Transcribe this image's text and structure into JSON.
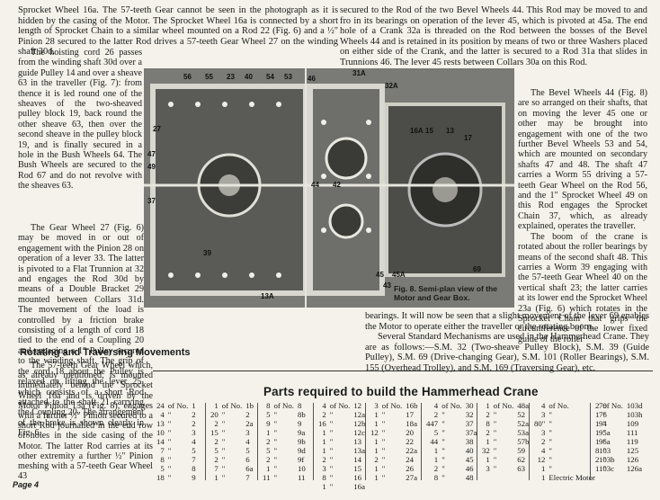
{
  "page": {
    "top_left": "Sprocket Wheel 16a. The 57-teeth Gear cannot be seen in the photograph as it is hidden by the casing of the Motor. The Sprocket Wheel 16a is connected by a short length of Sprocket Chain to a similar wheel mounted on a Rod 22 (Fig. 6) and a ½\" Pinion 28 secured to the latter Rod drives a 57-teeth Gear Wheel 27 on the winding shaft 30d.",
    "left_col": "The hoisting cord 26 passes from the winding shaft 30d over a guide Pulley 14 and over a sheave 63 in the traveller (Fig. 7): from thence it is led round one of the sheaves of the two-sheaved pulley block 19, back round the other sheave 63, then over the second sheave in the pulley block 19, and is finally secured in a hole in the Bush Wheels 64. The Bush Wheels are secured to the Rod 67 and do not revolve with the sheaves 63.",
    "left_col2": "The Gear Wheel 27 (Fig. 6) may be moved in or out of engagement with the Pinion 28 on operation of a lever 33. The latter is pivoted to a Flat Trunnion at 32 and engages the Rod 30d by means of a Double Bracket 29 mounted between Collars 31d. The movement of the load is controlled by a friction brake consisting of a length of cord 18 tied to the end of a Coupling 20 and engaging a 1\" Pulley secured to the winding shaft. The grip of the cord 18 about the Pulley is relaxed on lifting the lever 25, which consists of a short Rod attached to the shaft 21 carrying the Coupling 20. The arrangement of the brake is shown clearly in Fig. 6.",
    "rot_heading": "Rotating and Traversing Movements",
    "rot_text": "The 57-teeth Gear Wheel which, as already mentioned, is mounted immediately behind the Sprocket Wheel 16a and is driven by the Motor Pinion 15a (Fig. 8), engages with a further ½\" Pinion secured to a short Rod journalled in the end row of holes in the side casing of the Motor. The latter Rod carries at its other extremity a further ½\" Pinion meshing with a 57-teeth Gear Wheel 43",
    "top_right": "secured to the Rod of the two Bevel Wheels 44. This Rod may be moved to and fro in its bearings on operation of the lever 45, which is pivoted at 45a. The end hole of a Crank 32a is threaded on the Rod between the bosses of the Bevel Wheels 44 and is retained in its position by means of two or three Washers placed on either side of the Crank, and the latter is secured to a Rod 31a that slides in Trunnions 46. The lever 45 rests between Collars 30a on this Rod.",
    "right_col": "The Bevel Wheels 44 (Fig. 8) are so arranged on their shafts, that on moving the lever 45 one or other may be brought into engagement with one of the two further Bevel Wheels 53 and 54, which are mounted on secondary shafts 47 and 48. The shaft 47 carries a Worm 55 driving a 57-teeth Gear Wheel on the Rod 56, and the 1\" Sprocket Wheel 49 on this Rod engages the Sprocket Chain 37, which, as already explained, operates the traveller.",
    "right_col2": "The boom of the crane is rotated about the roller bearings by means of the second shaft 48. This carries a Worm 39 engaging with the 57-teeth Gear Wheel 40 on the vertical shaft 23; the latter carries at its lower end the Sprocket Wheel 23a (Fig. 6) which rotates in the Sprocket Chain that grips the circumference of the lower fixed guide of the roller",
    "bottom_right": "bearings. It will now be seen that a slight movement of the lever 69 enables the Motor to operate either the traveller or the rotating boom.",
    "bottom_right2": "Several Standard Mechanisms are used in the Hammerhead Crane. They are as follows:—S.M. 32 (Two-sheave Pulley Block), S.M. 39 (Guide Pulley), S.M. 69 (Drive-changing Gear), S.M. 101 (Roller Bearings), S.M. 155 (Overhead Trolley), and S.M. 169 (Traversing Gear), etc.",
    "caption": "Fig. 8. Semi-plan view of the Motor and Gear Box.",
    "parts_title": "Parts required to build the Hammerhead Crane",
    "footer": "Page 4"
  },
  "figure_labels": [
    "56",
    "55",
    "23",
    "40",
    "54",
    "53",
    "46",
    "31A",
    "32A",
    "16A",
    "15",
    "13",
    "17",
    "47",
    "49",
    "37",
    "39",
    "44",
    "42",
    "45",
    "45A",
    "43",
    "13A",
    "69",
    "27"
  ],
  "parts": [
    [
      [
        "24",
        "of No.",
        "1"
      ],
      [
        "4",
        "\"",
        "2"
      ],
      [
        "13",
        "\"",
        "2"
      ],
      [
        "10",
        "\"",
        "3"
      ],
      [
        "14",
        "\"",
        "4"
      ],
      [
        "7",
        "\"",
        "5"
      ],
      [
        "8",
        "\"",
        "7"
      ],
      [
        "5",
        "\"",
        "8"
      ],
      [
        "18",
        "\"",
        "9"
      ]
    ],
    [
      [
        "1",
        "of No.",
        "1b"
      ],
      [
        "20",
        "\"",
        "2"
      ],
      [
        "2",
        "\"",
        "2a"
      ],
      [
        "15",
        "\"",
        "3"
      ],
      [
        "2",
        "\"",
        "4"
      ],
      [
        "5",
        "\"",
        "5"
      ],
      [
        "2",
        "\"",
        "6"
      ],
      [
        "7",
        "\"",
        "6a"
      ],
      [
        "1",
        "\"",
        "7"
      ]
    ],
    [
      [
        "8",
        "of No.",
        "8"
      ],
      [
        "5",
        "\"",
        "8b"
      ],
      [
        "9",
        "\"",
        "9"
      ],
      [
        "1",
        "\"",
        "9a"
      ],
      [
        "2",
        "\"",
        "9b"
      ],
      [
        "5",
        "\"",
        "9d"
      ],
      [
        "2",
        "\"",
        "9f"
      ],
      [
        "1",
        "\"",
        "10"
      ],
      [
        "11",
        "\"",
        "11"
      ]
    ],
    [
      [
        "4",
        "of No.",
        "12"
      ],
      [
        "2",
        "\"",
        "12a"
      ],
      [
        "16",
        "\"",
        "12b"
      ],
      [
        "1",
        "\"",
        "12c"
      ],
      [
        "1",
        "\"",
        "13"
      ],
      [
        "1",
        "\"",
        "13a"
      ],
      [
        "2",
        "\"",
        "14"
      ],
      [
        "3",
        "\"",
        "15"
      ],
      [
        "8",
        "\"",
        "16"
      ],
      [
        "1",
        "\"",
        "16a"
      ]
    ],
    [
      [
        "3",
        "of No.",
        "16b"
      ],
      [
        "1",
        "\"",
        "17"
      ],
      [
        "1",
        "\"",
        "18a"
      ],
      [
        "12",
        "\"",
        "20"
      ],
      [
        "1",
        "\"",
        "22"
      ],
      [
        "1",
        "\"",
        "22a"
      ],
      [
        "2",
        "\"",
        "24"
      ],
      [
        "1",
        "\"",
        "26"
      ],
      [
        "1",
        "\"",
        "27a"
      ]
    ],
    [
      [
        "4",
        "of No.",
        "30"
      ],
      [
        "2",
        "\"",
        "32"
      ],
      [
        "447",
        "\"",
        "37"
      ],
      [
        "5",
        "\"",
        "37a"
      ],
      [
        "44",
        "\"",
        "38"
      ],
      [
        "1",
        "\"",
        "40"
      ],
      [
        "1",
        "\"",
        "45"
      ],
      [
        "2",
        "\"",
        "46"
      ],
      [
        "8",
        "\"",
        "48"
      ]
    ],
    [
      [
        "1",
        "of No.",
        "48a"
      ],
      [
        "2",
        "\"",
        "52"
      ],
      [
        "8",
        "\"",
        "52a"
      ],
      [
        "2",
        "\"",
        "53a"
      ],
      [
        "1",
        "\"",
        "57b"
      ],
      [
        "32",
        "\"",
        "59"
      ],
      [
        "1",
        "\"",
        "62"
      ],
      [
        "3",
        "\"",
        "63"
      ]
    ],
    [
      [
        "4",
        "of No.",
        "70"
      ],
      [
        "3",
        "\"",
        "76"
      ],
      [
        "80\"",
        "\"",
        "94"
      ],
      [
        "3",
        "\"",
        "95a"
      ],
      [
        "2",
        "\"",
        "96a"
      ],
      [
        "4",
        "\"",
        "103"
      ],
      [
        "12",
        "\"",
        "103b"
      ],
      [
        "1",
        "\"",
        "103c"
      ],
      [
        "1",
        "Electric Motor",
        ""
      ]
    ],
    [
      [
        "2",
        "of No.",
        "103d"
      ],
      [
        "1",
        "\"",
        "103h"
      ],
      [
        "1",
        "\"",
        "109"
      ],
      [
        "1",
        "\"",
        "111"
      ],
      [
        "1",
        "\"",
        "119"
      ],
      [
        "8",
        "\"",
        "125"
      ],
      [
        "2",
        "\"",
        "126"
      ],
      [
        "1",
        "\"",
        "126a"
      ]
    ]
  ]
}
